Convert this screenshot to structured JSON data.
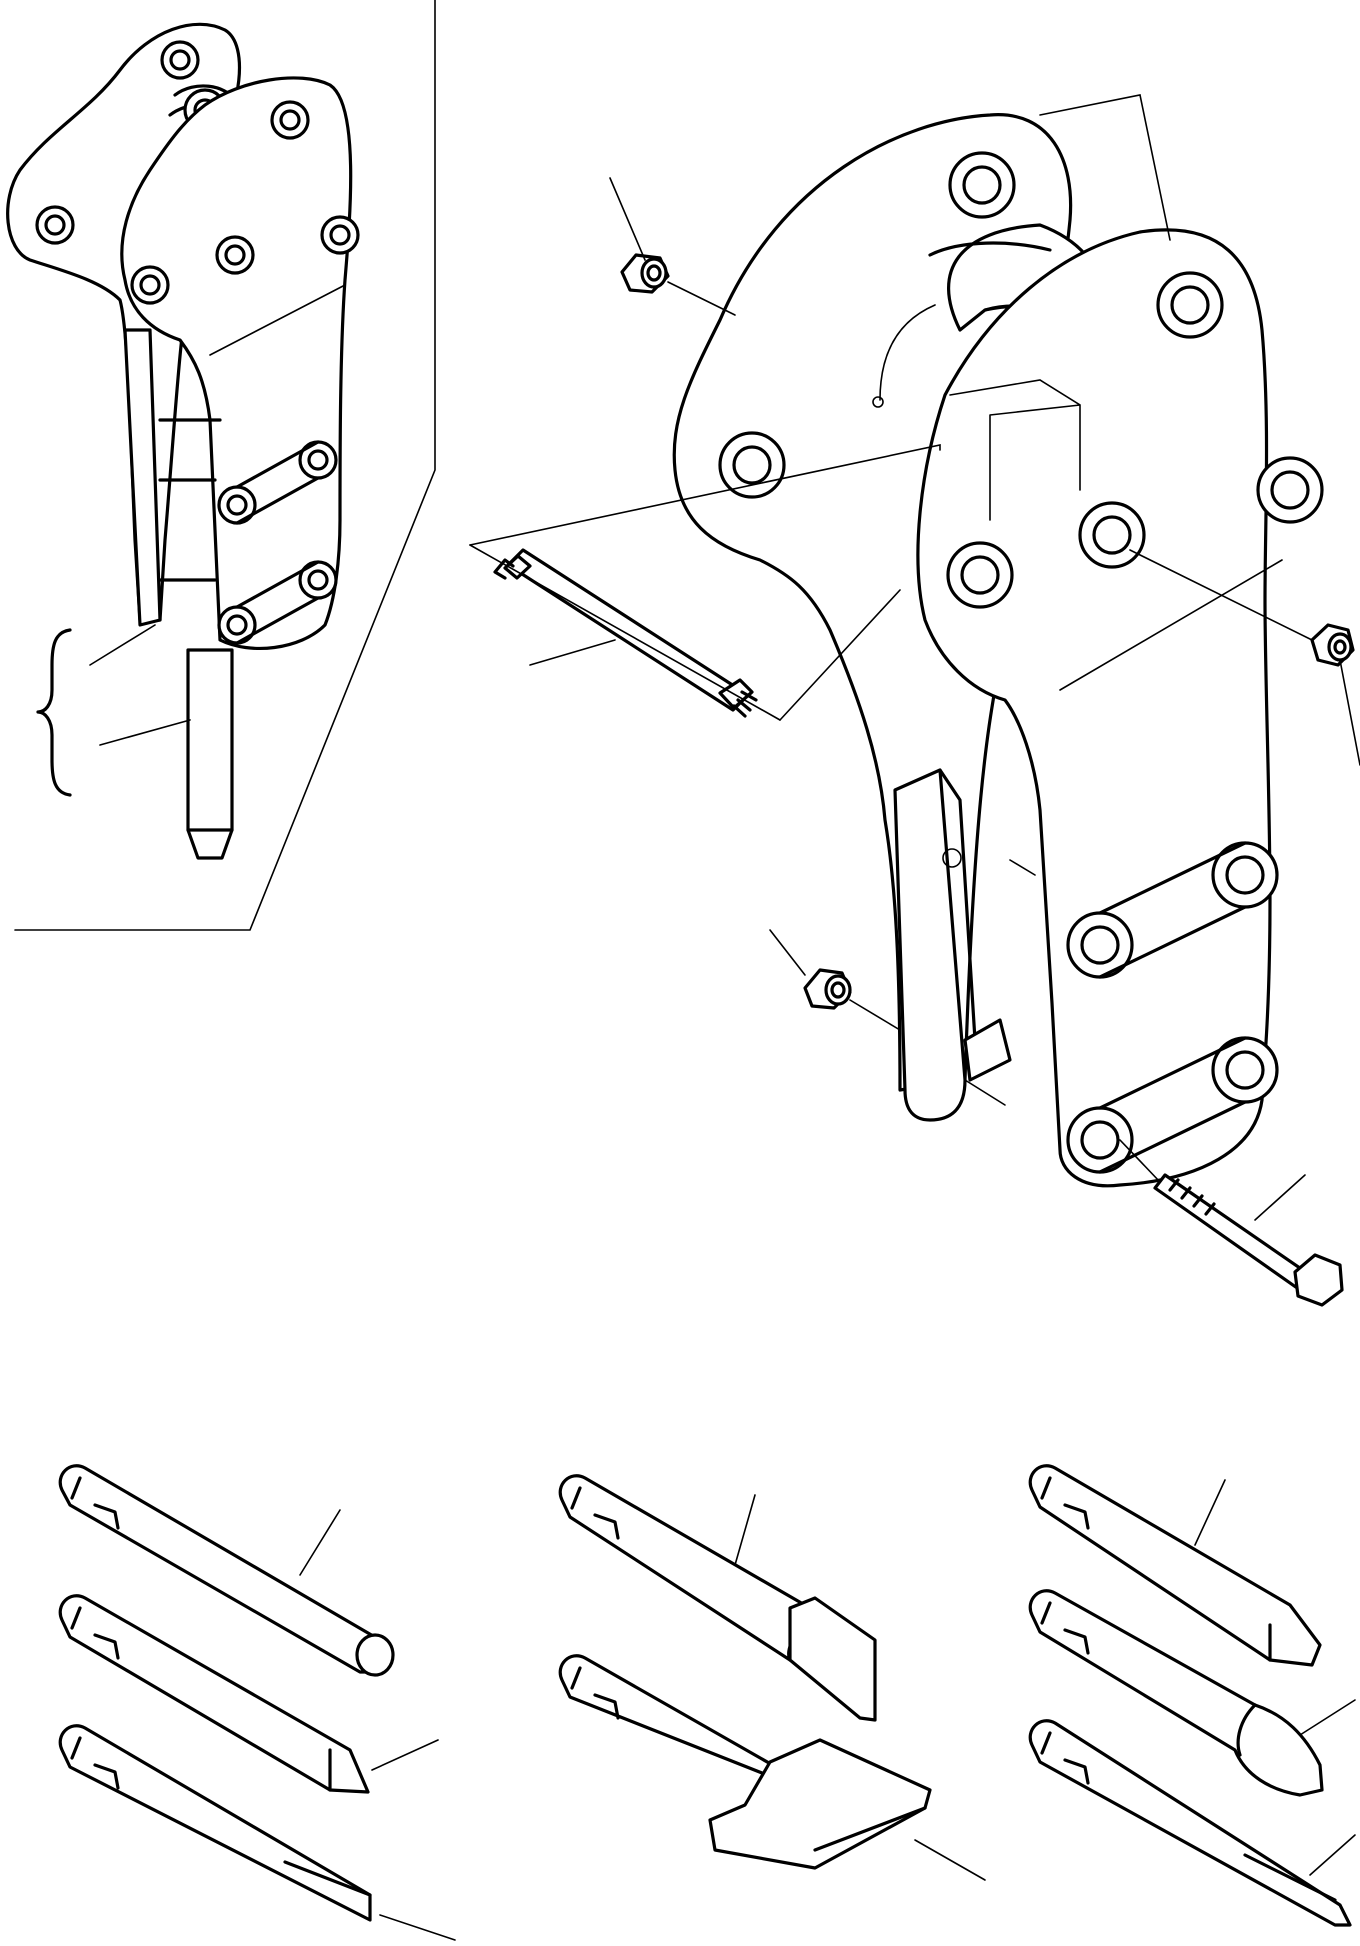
{
  "diagram": {
    "kind": "exploded parts illustration",
    "labels": [],
    "colors": {
      "line": "#000000",
      "background": "#ffffff"
    },
    "tools_grid": {
      "rows": 3,
      "columns": 3
    }
  }
}
